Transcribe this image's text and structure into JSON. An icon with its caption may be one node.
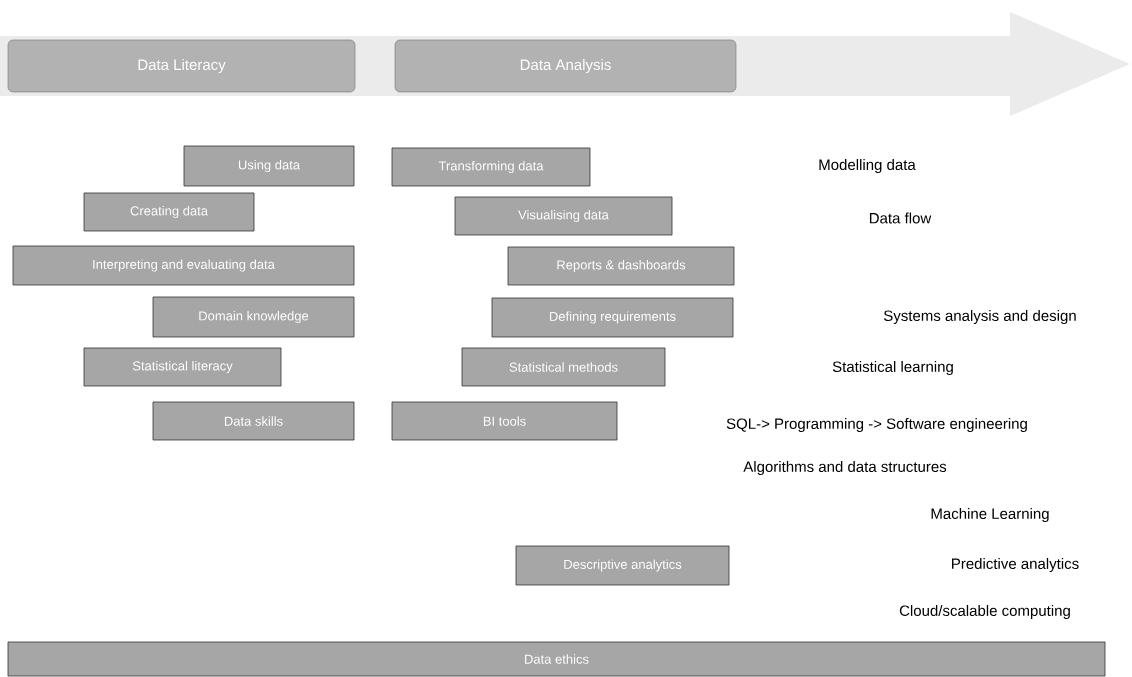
{
  "diagram": {
    "nodes": [
      {
        "text": [
          "Data Literacy"
        ]
      },
      {
        "text": [
          "Data Analysis"
        ]
      },
      {
        "text": [
          "Using data"
        ]
      },
      {
        "text": [
          "Transforming data"
        ]
      },
      {
        "text": [
          "Creating data"
        ]
      },
      {
        "text": [
          "Visualising data"
        ]
      },
      {
        "text": [
          "Interpreting and evaluating data"
        ]
      },
      {
        "text": [
          "Reports & dashboards"
        ]
      },
      {
        "text": [
          "Domain knowledge"
        ]
      },
      {
        "text": [
          "Defining requirements"
        ]
      },
      {
        "text": [
          "Statistical literacy"
        ]
      },
      {
        "text": [
          "Statistical methods"
        ]
      },
      {
        "text": [
          "Data skills"
        ]
      },
      {
        "text": [
          "BI tools"
        ]
      },
      {
        "text": [
          "Descriptive analytics"
        ]
      },
      {
        "text": [
          "Data ethics"
        ]
      }
    ],
    "labels": [
      "Modelling data",
      "Data flow",
      "Systems analysis and design",
      "Statistical learning",
      "SQL-> Programming -> Software engineering",
      "Algorithms and data structures",
      "Machine Learning",
      "Predictive analytics",
      "Cloud/scalable computing"
    ]
  }
}
